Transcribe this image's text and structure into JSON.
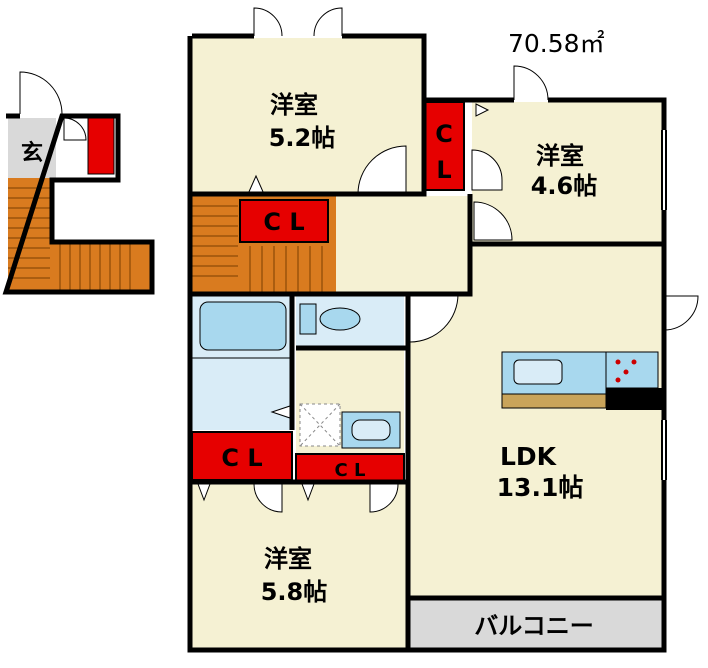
{
  "floor_area": "70.58㎡",
  "entrance": {
    "label": "玄"
  },
  "rooms": {
    "western_top": {
      "name": "洋室",
      "size": "5.2帖"
    },
    "western_right": {
      "name": "洋室",
      "size": "4.6帖"
    },
    "western_bottom": {
      "name": "洋室",
      "size": "5.8帖"
    },
    "ldk": {
      "name": "LDK",
      "size": "13.1帖"
    }
  },
  "closets": {
    "cl_top_vertical": {
      "line1": "C",
      "line2": "L"
    },
    "cl_middle": "C L",
    "cl_left_lower": "C L",
    "cl_center_lower": "C L"
  },
  "balcony": {
    "label": "バルコニー"
  },
  "colors": {
    "room_fill": "#f5f1d3",
    "closet_fill": "#e60000",
    "bath_fill": "#d9ecf7",
    "fixture_fill": "#a8d8ee",
    "stair_fill": "#d97b1f",
    "entrance_fill": "#d9d9d9",
    "balcony_fill": "#d9d9d9",
    "wall": "#000000"
  }
}
